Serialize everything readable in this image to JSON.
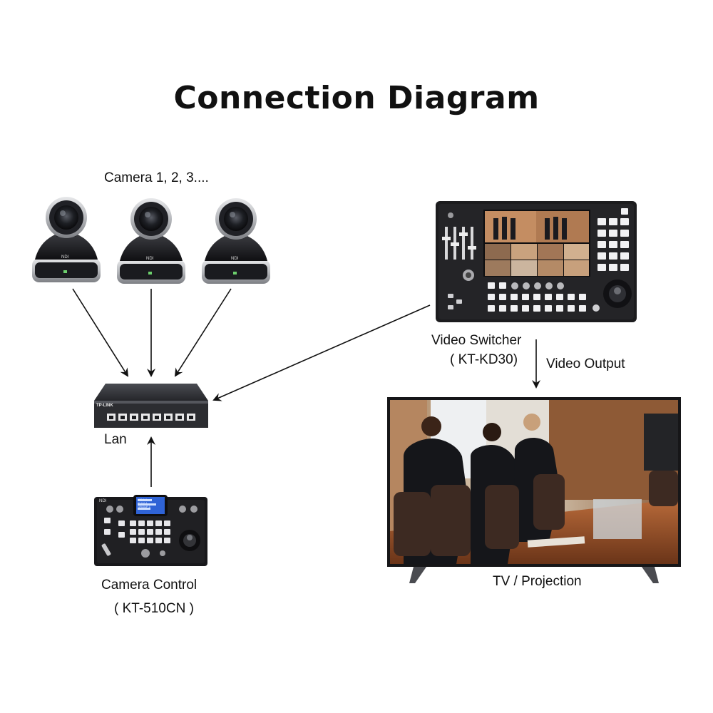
{
  "title": "Connection Diagram",
  "labels": {
    "cameras": "Camera 1, 2, 3....",
    "lan": "Lan",
    "switcher_name": "Video Switcher",
    "switcher_model": "( KT-KD30)",
    "video_output": "Video Output",
    "controller_name": "Camera Control",
    "controller_model": "( KT-510CN )",
    "tv": "TV / Projection"
  },
  "device_markings": {
    "camera_brand": "NDI",
    "switch_brand": "TP-LINK",
    "controller_brand": "NDI",
    "controller_screen_line1": "IPC 1.1",
    "controller_screen_line2": "IP 0 0 1",
    "controller_screen_line3": "GROUP 1"
  },
  "colors": {
    "text": "#111111",
    "device_body": "#1c1c1e",
    "device_panel": "#2a2a2d",
    "silver": "#c8c9cc",
    "arrow": "#111111",
    "screen_blue": "#3a6fd8"
  }
}
